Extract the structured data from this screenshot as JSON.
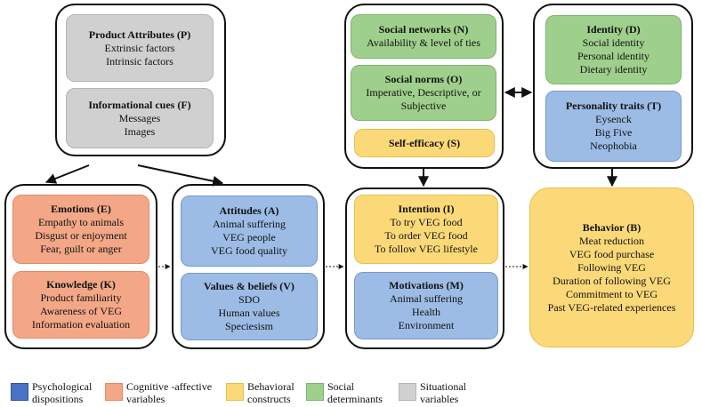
{
  "boxes": {
    "product_attributes": {
      "title": "Product Attributes (P)",
      "lines": [
        "Extrinsic factors",
        "Intrinsic factors"
      ]
    },
    "informational_cues": {
      "title": "Informational cues (F)",
      "lines": [
        "Messages",
        "Images"
      ]
    },
    "social_networks": {
      "title": "Social networks (N)",
      "lines": [
        "Availability & level of ties"
      ]
    },
    "social_norms": {
      "title": "Social norms (O)",
      "lines": [
        "Imperative, Descriptive, or",
        "Subjective"
      ]
    },
    "self_efficacy": {
      "title": "Self-efficacy (S)",
      "lines": []
    },
    "identity": {
      "title": "Identity (D)",
      "lines": [
        "Social identity",
        "Personal identity",
        "Dietary identity"
      ]
    },
    "personality": {
      "title": "Personality traits (T)",
      "lines": [
        "Eysenck",
        "Big Five",
        "Neophobia"
      ]
    },
    "emotions": {
      "title": "Emotions (E)",
      "lines": [
        "Empathy to animals",
        "Disgust or enjoyment",
        "Fear, guilt or anger"
      ]
    },
    "knowledge": {
      "title": "Knowledge (K)",
      "lines": [
        "Product familiarity",
        "Awareness of VEG",
        "Information evaluation"
      ]
    },
    "attitudes": {
      "title": "Attitudes (A)",
      "lines": [
        "Animal suffering",
        "VEG people",
        "VEG food quality"
      ]
    },
    "values": {
      "title": "Values & beliefs (V)",
      "lines": [
        "SDO",
        "Human values",
        "Speciesism"
      ]
    },
    "intention": {
      "title": "Intention (I)",
      "lines": [
        "To try VEG food",
        "To order VEG food",
        "To follow VEG lifestyle"
      ]
    },
    "motivations": {
      "title": "Motivations (M)",
      "lines": [
        "Animal suffering",
        "Health",
        "Environment"
      ]
    },
    "behavior": {
      "title": "Behavior (B)",
      "lines": [
        "Meat reduction",
        "VEG food purchase",
        "Following VEG",
        "Duration of following VEG",
        "Commitment to VEG",
        "Past VEG-related experiences"
      ]
    }
  },
  "legend": [
    {
      "label": "Psychological dispositions",
      "color": "#4a72c4"
    },
    {
      "label": "Cognitive -affective variables",
      "color": "#f3a787"
    },
    {
      "label": "Behavioral constructs",
      "color": "#fcd978"
    },
    {
      "label": "Social determinants",
      "color": "#9fcf8c"
    },
    {
      "label": "Situational variables",
      "color": "#d0d0d0"
    }
  ]
}
